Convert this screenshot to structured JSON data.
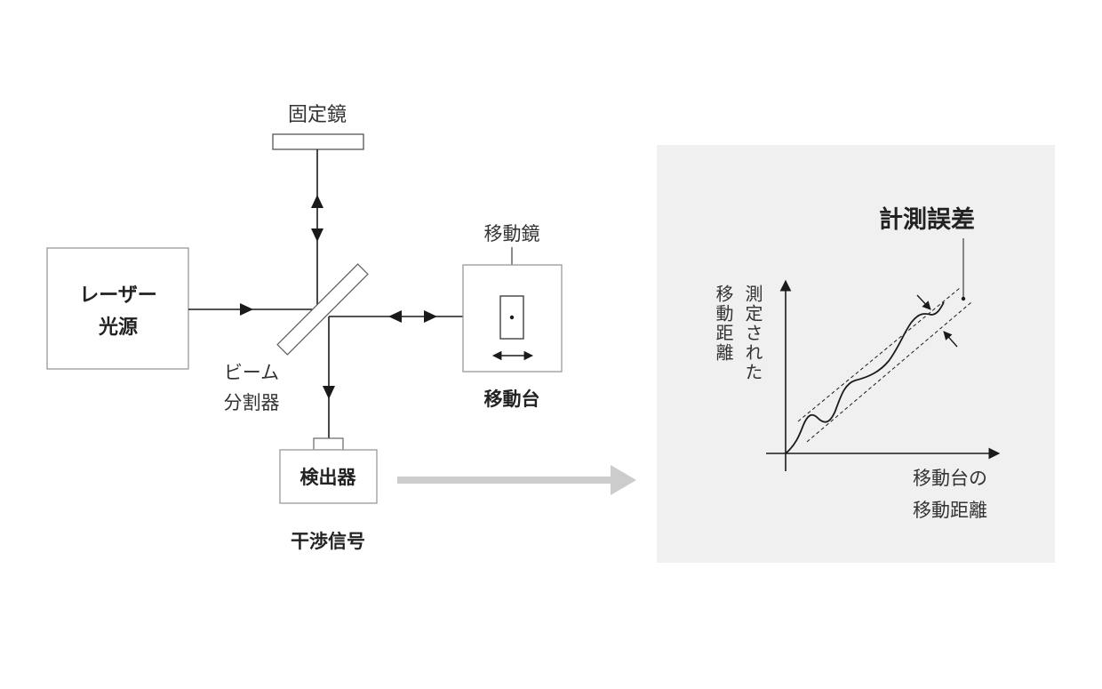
{
  "labels": {
    "fixed_mirror": "固定鏡",
    "moving_mirror": "移動鏡",
    "laser_line1": "レーザー",
    "laser_line2": "光源",
    "beam_splitter_line1": "ビーム",
    "beam_splitter_line2": "分割器",
    "moving_stage": "移動台",
    "detector": "検出器",
    "interference_signal": "干渉信号"
  },
  "graph": {
    "title": "計測誤差",
    "y_label_col1": "測定された",
    "y_label_col2": "移動距離",
    "x_label_line1": "移動台の",
    "x_label_line2": "移動距離"
  },
  "colors": {
    "line": "#1a1a1a",
    "box_stroke": "#888888",
    "panel_bg": "#f0f0f0",
    "flow_arrow": "#cccccc"
  }
}
